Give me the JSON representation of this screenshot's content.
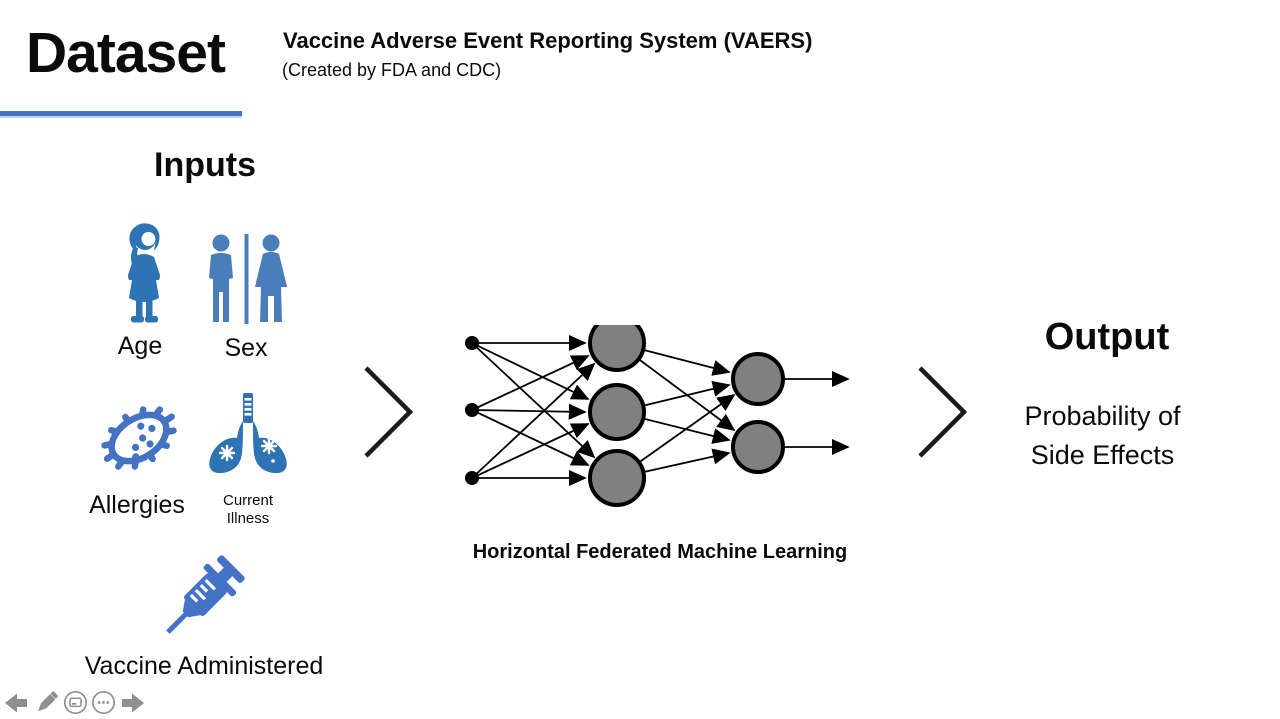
{
  "slide": {
    "title": "Dataset",
    "heading": {
      "main": "Vaccine Adverse Event Reporting System (VAERS)",
      "sub": "(Created by FDA and CDC)"
    },
    "inputs_heading": "Inputs",
    "inputs": [
      {
        "label": "Age",
        "icon": "elderly-woman-icon"
      },
      {
        "label": "Sex",
        "icon": "male-female-icon"
      },
      {
        "label": "Allergies",
        "icon": "germ-icon"
      },
      {
        "label": "Current Illness",
        "icon": "lungs-icon"
      },
      {
        "label": "Vaccine Administered",
        "icon": "syringe-icon"
      }
    ],
    "network": {
      "caption": "Horizontal Federated Machine Learning",
      "input_nodes": 3,
      "hidden_nodes": 3,
      "output_nodes": 2,
      "node_color": "#808080"
    },
    "output": {
      "heading": "Output",
      "line1": "Probability of",
      "line2": "Side Effects"
    },
    "colors": {
      "accent_underline": "#4472C4",
      "icon_blue": "#2E74B5",
      "icon_blue_light": "#4A7EBB",
      "syringe_blue": "#4472C4",
      "node_gray": "#808080",
      "controls_gray": "#8F8F8F"
    }
  },
  "presenter_controls": [
    {
      "name": "previous-slide"
    },
    {
      "name": "pen-and-laser-tools"
    },
    {
      "name": "see-all-slides"
    },
    {
      "name": "more-options"
    },
    {
      "name": "next-slide"
    }
  ]
}
